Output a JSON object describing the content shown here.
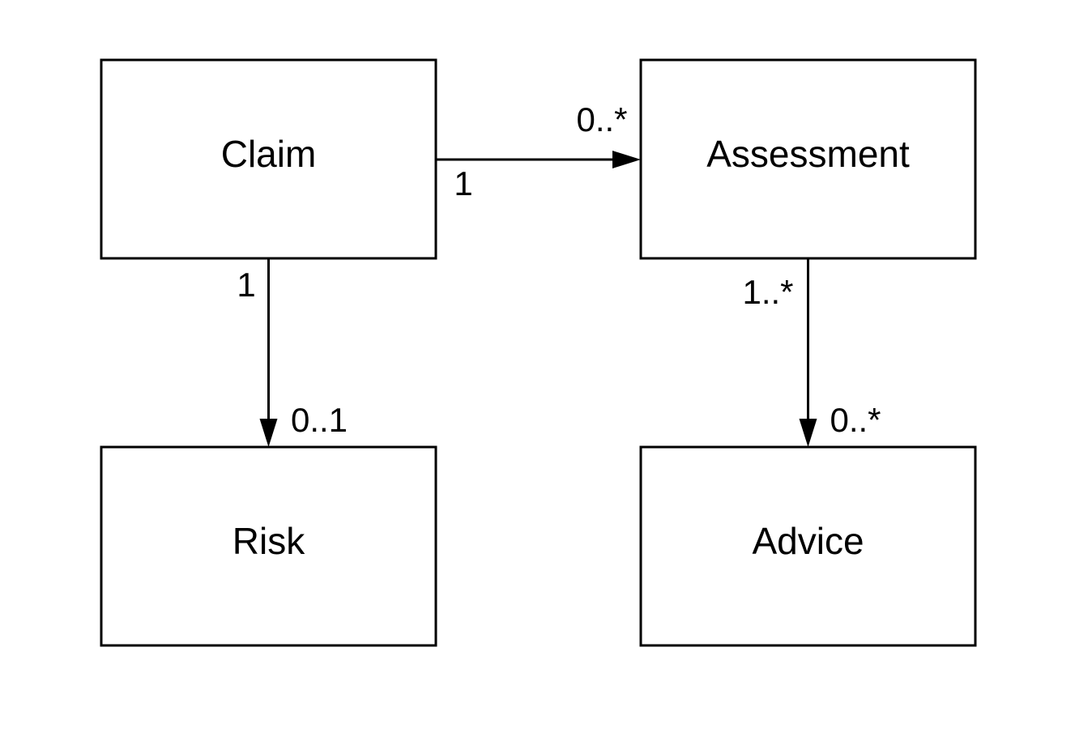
{
  "classes": {
    "claim": "Claim",
    "assessment": "Assessment",
    "risk": "Risk",
    "advice": "Advice"
  },
  "associations": {
    "claim_assessment": {
      "source_multiplicity": "1",
      "target_multiplicity": "0..*"
    },
    "claim_risk": {
      "source_multiplicity": "1",
      "target_multiplicity": "0..1"
    },
    "assessment_advice": {
      "source_multiplicity": "1..*",
      "target_multiplicity": "0..*"
    }
  }
}
